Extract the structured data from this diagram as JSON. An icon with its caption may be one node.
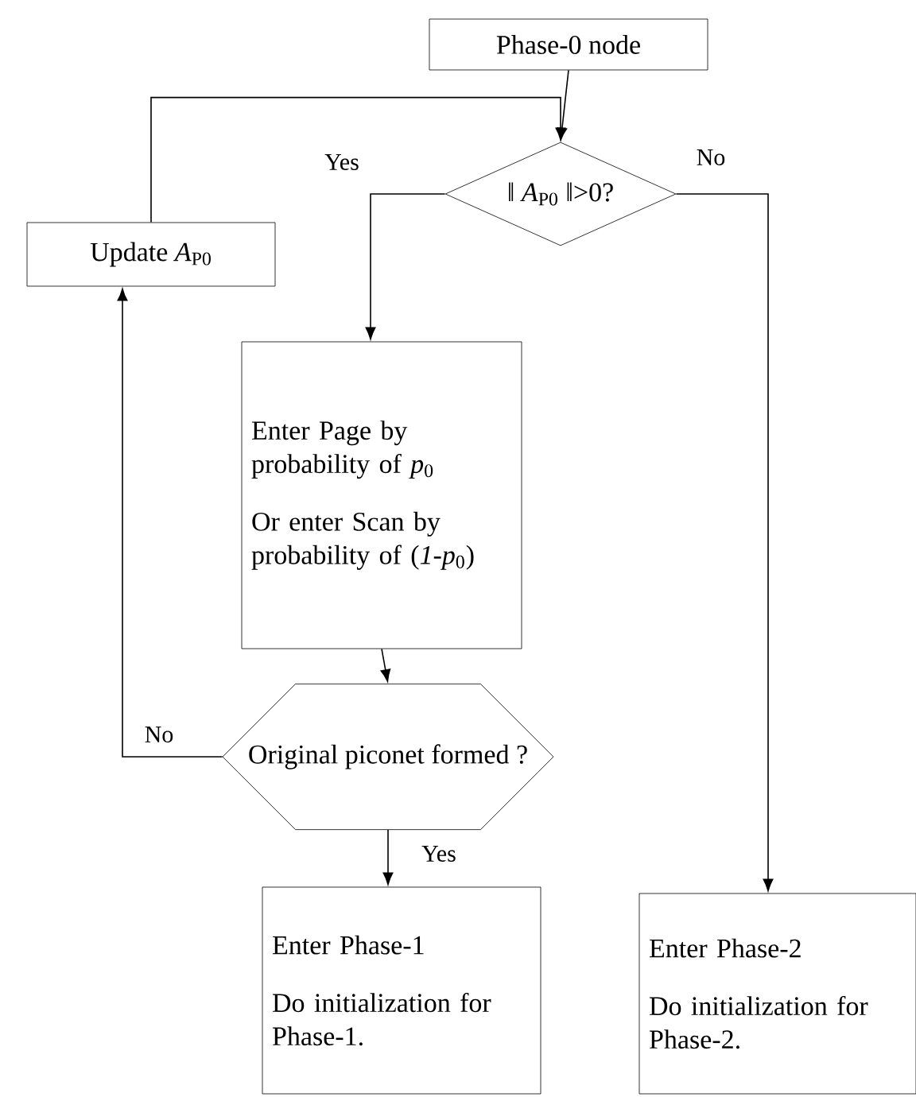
{
  "diagram": {
    "nodes": [
      {
        "text": [
          "Phase-0 node"
        ]
      },
      {
        "text": [
          "Update *A*$_{P0}$"
        ]
      },
      {
        "text": [
          "‖ *A*$_{P0}$ ‖>0?"
        ]
      },
      {
        "text": [
          "Enter Page by probability of *p*$_{0}$",
          "Or enter Scan by probability of (*1-p*$_{0}$)"
        ]
      },
      {
        "text": [
          "Original piconet formed ?"
        ]
      },
      {
        "text": [
          "Enter Phase-1",
          "Do initialization for Phase-1."
        ]
      },
      {
        "text": [
          "Enter Phase-2",
          "Do initialization for Phase-2."
        ]
      }
    ],
    "edges": [
      {
        "from": 0,
        "to": 2,
        "arrow": "to"
      },
      {
        "from": 1,
        "to": 2,
        "arrow": "to"
      },
      {
        "from": 2,
        "to": 3,
        "arrow": "to",
        "label": "Yes"
      },
      {
        "from": 2,
        "to": 6,
        "arrow": "to",
        "label": "No"
      },
      {
        "from": 3,
        "to": 4,
        "arrow": "to"
      },
      {
        "from": 4,
        "to": 1,
        "arrow": "to",
        "label": "No"
      },
      {
        "from": 4,
        "to": 5,
        "arrow": "to",
        "label": "Yes"
      }
    ]
  }
}
